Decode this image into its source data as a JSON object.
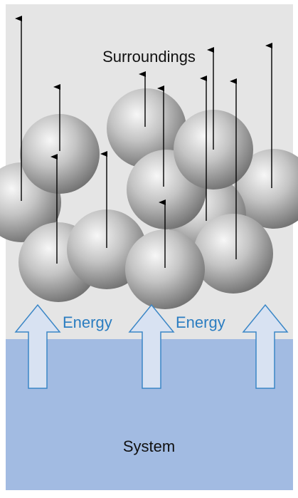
{
  "labels": {
    "surroundings": "Surroundings",
    "energy": "Energy",
    "system": "System"
  },
  "colors": {
    "surroundings_bg": "#e5e5e5",
    "system_bg": "#a2bbe2",
    "energy_text": "#2b7dc1",
    "energy_arrow_fill": "#d8e2f2",
    "energy_arrow_stroke": "#3a86c6",
    "sphere_light": "#f7f7f7",
    "sphere_dark": "#6e6e6e",
    "motion_arrow": "#000000"
  },
  "icons": {
    "particle": "sphere",
    "particle_motion": "arrow-up",
    "energy_flow": "hollow-arrow-up"
  }
}
